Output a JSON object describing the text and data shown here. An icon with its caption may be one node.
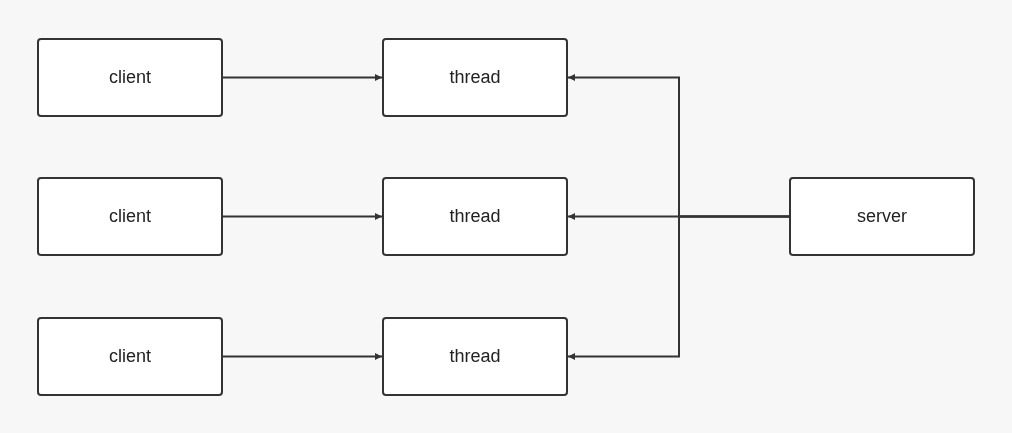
{
  "diagram": {
    "nodes": [
      {
        "text": [
          "client"
        ]
      },
      {
        "text": [
          "thread"
        ]
      },
      {
        "text": [
          "client"
        ]
      },
      {
        "text": [
          "thread"
        ]
      },
      {
        "text": [
          "server"
        ]
      },
      {
        "text": [
          "client"
        ]
      },
      {
        "text": [
          "thread"
        ]
      }
    ],
    "edges": [
      {
        "from": 0,
        "to": 1,
        "arrow": "to"
      },
      {
        "from": 2,
        "to": 3,
        "arrow": "to"
      },
      {
        "from": 5,
        "to": 6,
        "arrow": "to"
      },
      {
        "from": 4,
        "to": 1,
        "arrow": "to"
      },
      {
        "from": 4,
        "to": 3,
        "arrow": "to"
      },
      {
        "from": 4,
        "to": 6,
        "arrow": "to"
      }
    ]
  }
}
